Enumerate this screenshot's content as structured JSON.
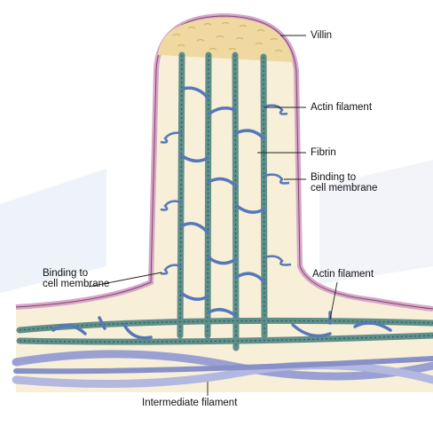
{
  "labels": {
    "villin": "Villin",
    "actin_top": "Actin filament",
    "fibrin": "Fibrin",
    "binding_right_1": "Binding to",
    "binding_right_2": "cell membrane",
    "binding_left_1": "Binding to",
    "binding_left_2": "cell membrane",
    "actin_bottom": "Actin filament",
    "intermediate": "Intermediate filament"
  },
  "colors": {
    "cytoplasm": "#f8efd8",
    "membrane": "#d8a6c8",
    "villin_cap": "#efd9a0",
    "actin": "#5f8f8a",
    "fibrin": "#5678b8",
    "intermediate": "#9aa0d2"
  }
}
